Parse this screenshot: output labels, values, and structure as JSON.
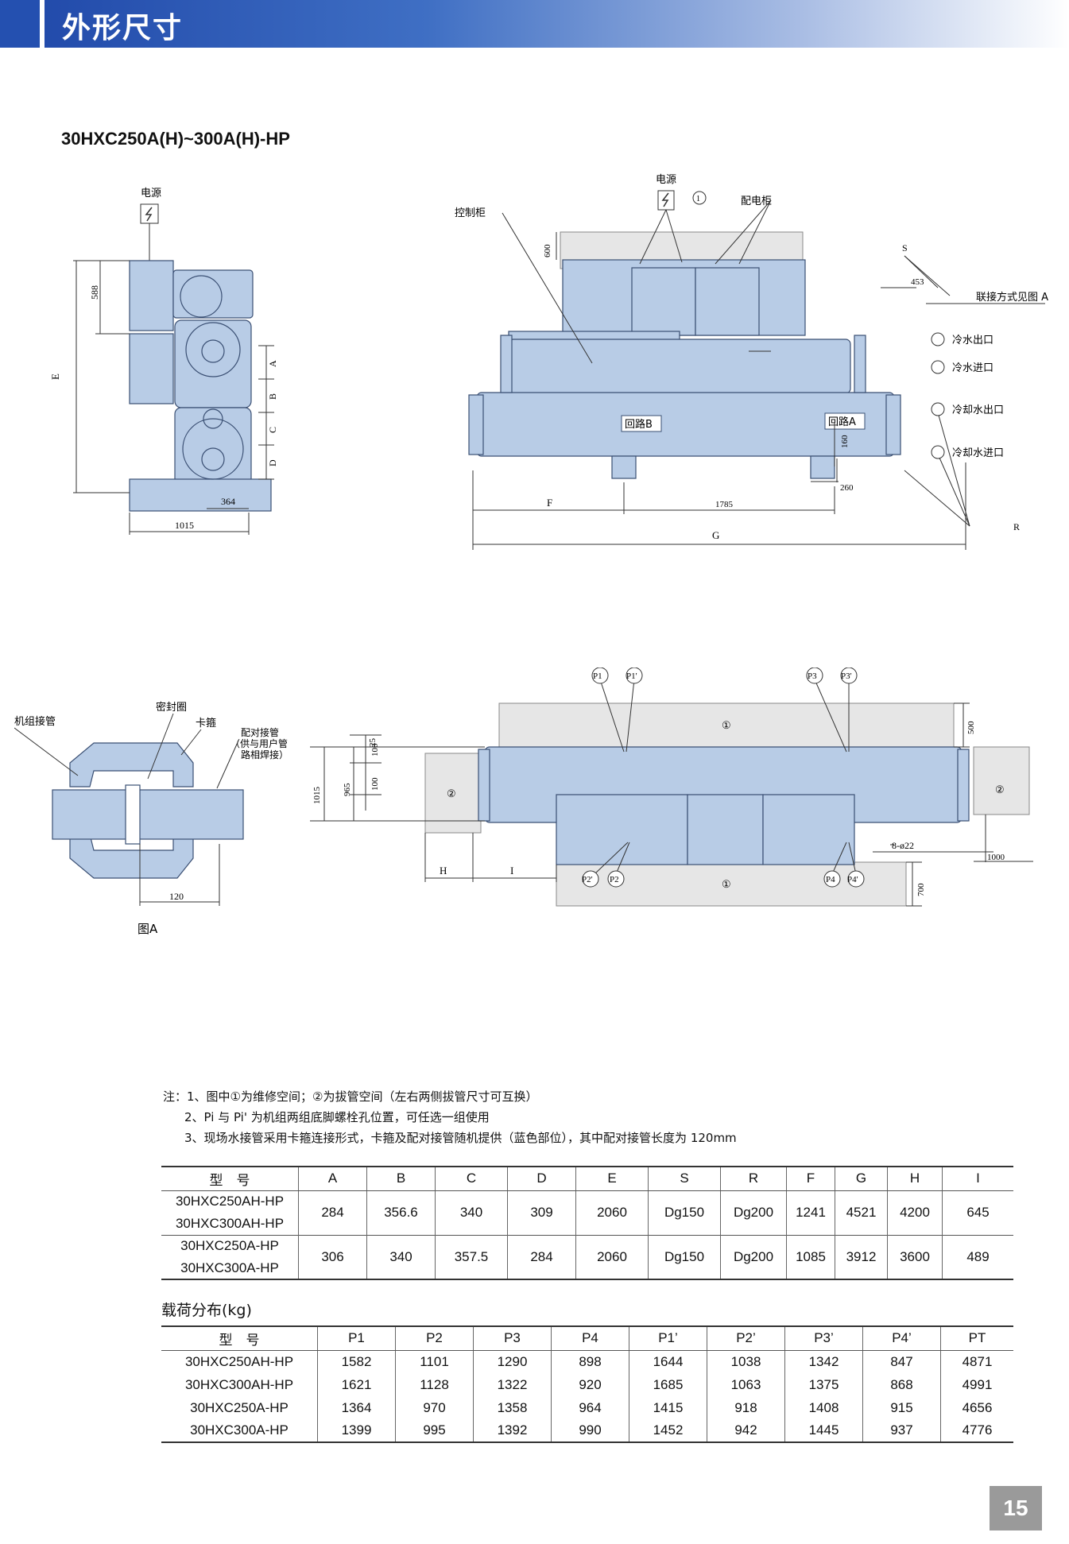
{
  "header": {
    "title": "外形尺寸"
  },
  "model_title": "30HXC250A(H)~300A(H)-HP",
  "side_view": {
    "power_label": "电源",
    "dims": {
      "height_e": "E",
      "d588": "588",
      "a": "A",
      "b": "B",
      "c": "C",
      "d": "D",
      "d364": "364",
      "d1015": "1015"
    }
  },
  "front_view": {
    "power_label": "电源",
    "control_cabinet": "控制柜",
    "distribution_cabinet": "配电柜",
    "d600": "600",
    "circle1": "1",
    "s_label": "S",
    "r_label": "R",
    "d453": "453",
    "connection_note": "联接方式见图 A",
    "chilled_out": "冷水出口",
    "chilled_in": "冷水进口",
    "cooling_out": "冷却水出口",
    "cooling_in": "冷却水进口",
    "circuit_b": "回路B",
    "circuit_a": "回路A",
    "d160": "160",
    "d260": "260",
    "f_label": "F",
    "d1785": "1785",
    "g_label": "G"
  },
  "figure_a": {
    "pipe": "机组接管",
    "seal": "密封圈",
    "clamp": "卡箍",
    "mating_pipe_1": "配对接管",
    "mating_pipe_2": "（供与用户管",
    "mating_pipe_3": "路相焊接）",
    "d120": "120",
    "caption": "图A"
  },
  "plan_view": {
    "p1": "P1",
    "p1p": "P1'",
    "p3": "P3",
    "p3p": "P3'",
    "p2": "P2",
    "p2p": "P2'",
    "p4": "P4",
    "p4p": "P4'",
    "c1": "①",
    "c2": "②",
    "d25": "25",
    "d500": "500",
    "d1015": "1015",
    "d965": "965",
    "d100a": "100",
    "d100b": "100",
    "bolt": "8-ø22",
    "d1000": "1000",
    "d700": "700",
    "h_label": "H",
    "i_label": "I"
  },
  "notes": [
    "注：1、图中①为维修空间；②为拔管空间（左右两侧拔管尺寸可互换）",
    "2、Pi 与 Pi' 为机组两组底脚螺栓孔位置，可任选一组使用",
    "3、现场水接管采用卡箍连接形式，卡箍及配对接管随机提供（蓝色部位），其中配对接管长度为 120mm"
  ],
  "dim_table": {
    "headers": [
      "型　号",
      "A",
      "B",
      "C",
      "D",
      "E",
      "S",
      "R",
      "F",
      "G",
      "H",
      "I"
    ],
    "groups": [
      {
        "models": [
          "30HXC250AH-HP",
          "30HXC300AH-HP"
        ],
        "values": [
          "284",
          "356.6",
          "340",
          "309",
          "2060",
          "Dg150",
          "Dg200",
          "1241",
          "4521",
          "4200",
          "645"
        ]
      },
      {
        "models": [
          "30HXC250A-HP",
          "30HXC300A-HP"
        ],
        "values": [
          "306",
          "340",
          "357.5",
          "284",
          "2060",
          "Dg150",
          "Dg200",
          "1085",
          "3912",
          "3600",
          "489"
        ]
      }
    ]
  },
  "load_title": "载荷分布(kg)",
  "load_table": {
    "headers": [
      "型　号",
      "P1",
      "P2",
      "P3",
      "P4",
      "P1’",
      "P2’",
      "P3’",
      "P4’",
      "PT"
    ],
    "rows": [
      [
        "30HXC250AH-HP",
        "1582",
        "1101",
        "1290",
        "898",
        "1644",
        "1038",
        "1342",
        "847",
        "4871"
      ],
      [
        "30HXC300AH-HP",
        "1621",
        "1128",
        "1322",
        "920",
        "1685",
        "1063",
        "1375",
        "868",
        "4991"
      ],
      [
        "30HXC250A-HP",
        "1364",
        "970",
        "1358",
        "964",
        "1415",
        "918",
        "1408",
        "915",
        "4656"
      ],
      [
        "30HXC300A-HP",
        "1399",
        "995",
        "1392",
        "990",
        "1452",
        "942",
        "1445",
        "937",
        "4776"
      ]
    ]
  },
  "page_number": "15",
  "colors": {
    "header_blue": "#2450b0",
    "machine_blue": "#b8cce6",
    "clearance_gray": "#e6e6e6",
    "table_line": "#333333"
  }
}
